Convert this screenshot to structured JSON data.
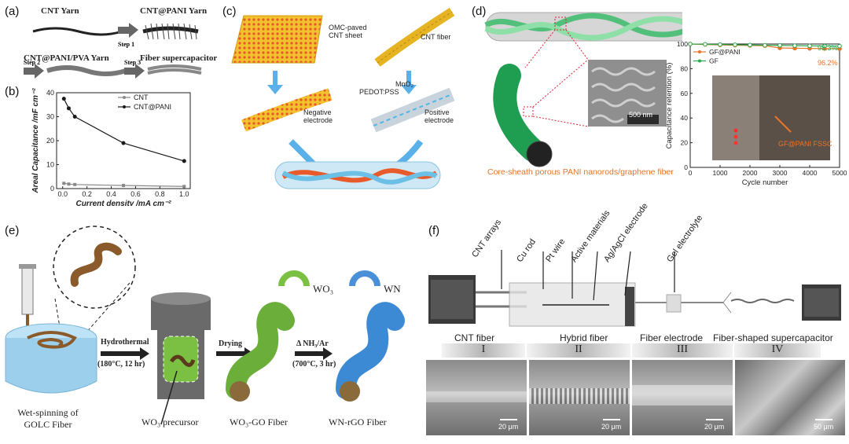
{
  "panels": {
    "a": {
      "label": "(a)",
      "cnt_yarn": "CNT Yarn",
      "step1": "Step 1",
      "cnt_pani_yarn": "CNT@PANI Yarn",
      "step2": "Step 2",
      "cnt_pani_pva_yarn": "CNT@PANI/PVA Yarn",
      "step3": "Step 3",
      "fiber_supercapacitor": "Fiber supercapacitor"
    },
    "b": {
      "label": "(b)"
    },
    "c": {
      "label": "(c)",
      "omc_sheet": "OMC-paved CNT sheet",
      "cnt_fiber": "CNT fiber",
      "negative_electrode": "Negative electrode",
      "positive_electrode": "Positive electrode",
      "pedot_pss": "PEDOT:PSS",
      "mno2": "MnO₂"
    },
    "d": {
      "label": "(d)",
      "sem_scale": "500 nm",
      "caption": "Core-sheath porous PANI nanorods/graphene fiber",
      "photo_label": "GF@PANI FSSC",
      "retention_a": "98.3%",
      "retention_b": "96.2%"
    },
    "e": {
      "label": "(e)",
      "wet_spinning": "Wet-spinning of GOLC Fiber",
      "hydrothermal": "Hydrothermal",
      "hydro_cond": "(180°C, 12 hr)",
      "drying": "Drying",
      "nh3": "Δ NH₃/Ar",
      "nh3_cond": "(700°C, 3 hr)",
      "wo3_precursor": "WO₃ precursor",
      "wo3_go_fiber": "WO₃-GO Fiber",
      "wn_rgo_fiber": "WN-rGO Fiber",
      "legend_wo3": "WO₃",
      "legend_wn": "WN"
    },
    "f": {
      "label": "(f)",
      "callouts": [
        "CNT arrays",
        "Cu rod",
        "Pt wire",
        "Active materials",
        "Ag/AgCl electrode",
        "Gel electrolyte"
      ],
      "stages": [
        "CNT fiber",
        "Hybrid fiber",
        "Fiber electrode",
        "Fiber-shaped supercapacitor"
      ],
      "roman": [
        "I",
        "II",
        "III",
        "IV"
      ],
      "scales": [
        "20 μm",
        "20 μm",
        "20 μm",
        "50 μm"
      ]
    }
  },
  "colors": {
    "cnt_pani": "#1a1a1a",
    "cnt": "#8a8a8a",
    "gf_pani": "#e8742a",
    "gf": "#2aa84a",
    "wo3": "#7bc043",
    "wn": "#4a90d9",
    "accent_orange": "#e8742a"
  },
  "chart_data": [
    {
      "type": "line",
      "panel": "b",
      "xlabel": "Current density /mA cm⁻²",
      "ylabel": "Areal Capacitance /mF cm⁻²",
      "xlim": [
        -0.05,
        1.05
      ],
      "ylim": [
        0,
        40
      ],
      "xticks": [
        "0.0",
        "0.2",
        "0.4",
        "0.6",
        "0.8",
        "1.0"
      ],
      "yticks": [
        "0",
        "10",
        "20",
        "30",
        "40"
      ],
      "legend_position": "top-right",
      "series": [
        {
          "name": "CNT",
          "color": "#8a8a8a",
          "marker": "square",
          "x": [
            0.01,
            0.05,
            0.1,
            0.5,
            1.0
          ],
          "y": [
            2.2,
            1.9,
            1.7,
            1.3,
            0.9
          ]
        },
        {
          "name": "CNT@PANI",
          "color": "#1a1a1a",
          "marker": "circle",
          "x": [
            0.01,
            0.05,
            0.1,
            0.5,
            1.0
          ],
          "y": [
            37.5,
            33.5,
            30,
            19,
            11.5
          ]
        }
      ]
    },
    {
      "type": "line",
      "panel": "d",
      "xlabel": "Cycle number",
      "ylabel": "Capacitance retention (%)",
      "xlim": [
        0,
        5000
      ],
      "ylim": [
        0,
        100
      ],
      "xticks": [
        "0",
        "1000",
        "2000",
        "3000",
        "4000",
        "5000"
      ],
      "yticks": [
        "0",
        "20",
        "40",
        "60",
        "80",
        "100"
      ],
      "legend_position": "top-left",
      "series": [
        {
          "name": "GF@PANI",
          "color": "#e8742a",
          "marker": "circle",
          "x": [
            0,
            500,
            1000,
            1500,
            2000,
            2500,
            3000,
            3500,
            4000,
            4500,
            5000
          ],
          "y": [
            100,
            99.6,
            99.3,
            99,
            98.8,
            98.6,
            96.8,
            96.6,
            96.4,
            96.3,
            96.2
          ]
        },
        {
          "name": "GF",
          "color": "#2aa84a",
          "marker": "circle",
          "x": [
            0,
            500,
            1000,
            1500,
            2000,
            2500,
            3000,
            3500,
            4000,
            4500,
            5000
          ],
          "y": [
            100,
            99.8,
            99.6,
            99.4,
            99.2,
            99,
            98.9,
            98.7,
            98.5,
            98.4,
            98.3
          ]
        }
      ]
    }
  ]
}
